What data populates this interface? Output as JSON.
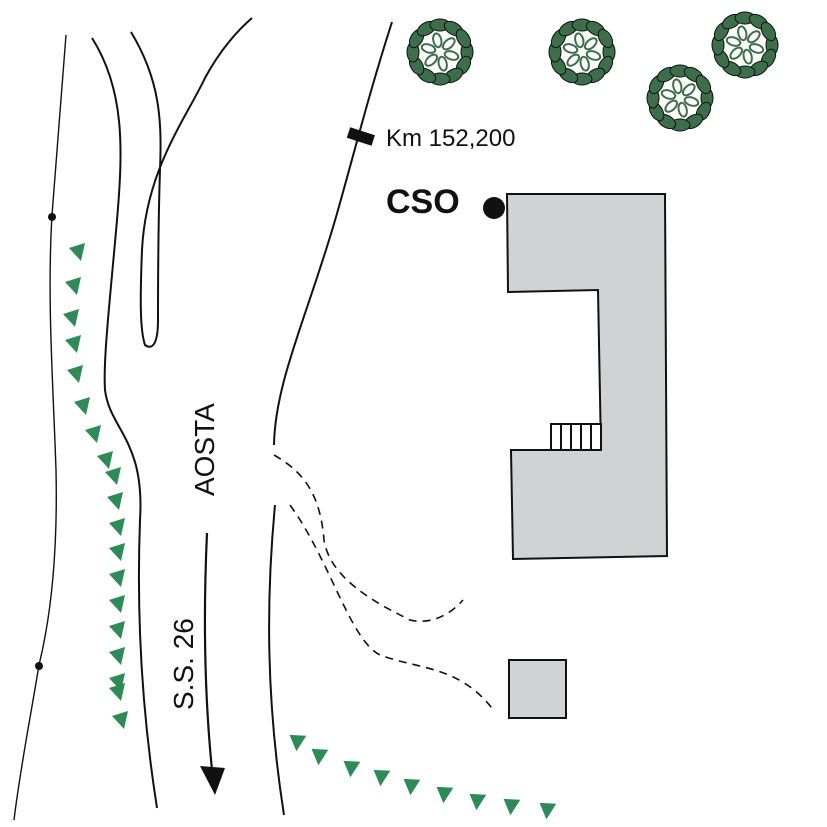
{
  "labels": {
    "km": "Km 152,200",
    "cso": "CSO",
    "road_name": "AOSTA",
    "road_number": "S.S. 26"
  },
  "colors": {
    "building_fill": "#d0d2d4",
    "line": "#111111",
    "embankment_mark": "#2e8b57",
    "tree": "#3c6e4a"
  },
  "icons": {
    "tree": "tree-icon",
    "embankment": "embankment-mark",
    "marker": "cso-point-marker",
    "direction": "arrow-down-icon"
  }
}
